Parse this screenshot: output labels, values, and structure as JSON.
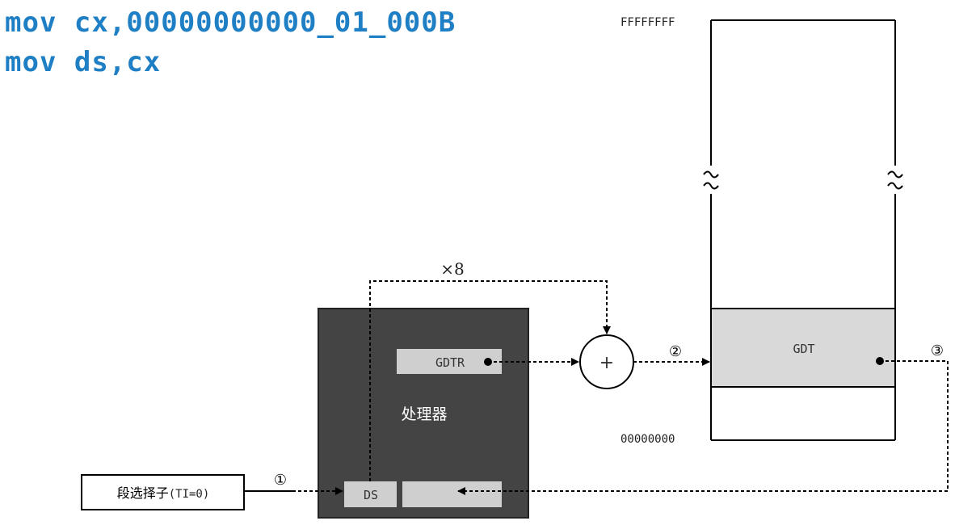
{
  "code": {
    "line1": "mov cx,00000000000_01_000B",
    "line2": "mov ds,cx"
  },
  "memory": {
    "top_address": "FFFFFFFF",
    "bottom_address": "00000000",
    "gdt_label": "GDT"
  },
  "processor": {
    "label": "处理器",
    "gdtr_label": "GDTR",
    "ds_label": "DS"
  },
  "selector": {
    "label": "段选择子",
    "ti_note": "(TI=0)"
  },
  "operations": {
    "multiply": "×8",
    "adder": "+"
  },
  "steps": {
    "step1": "①",
    "step2": "②",
    "step3": "③"
  },
  "colors": {
    "code_blue": "#1f7fc4",
    "processor_fill": "#444444",
    "register_fill": "#cfcfcf",
    "gdt_fill": "#d9d9d9",
    "line": "#000000"
  }
}
